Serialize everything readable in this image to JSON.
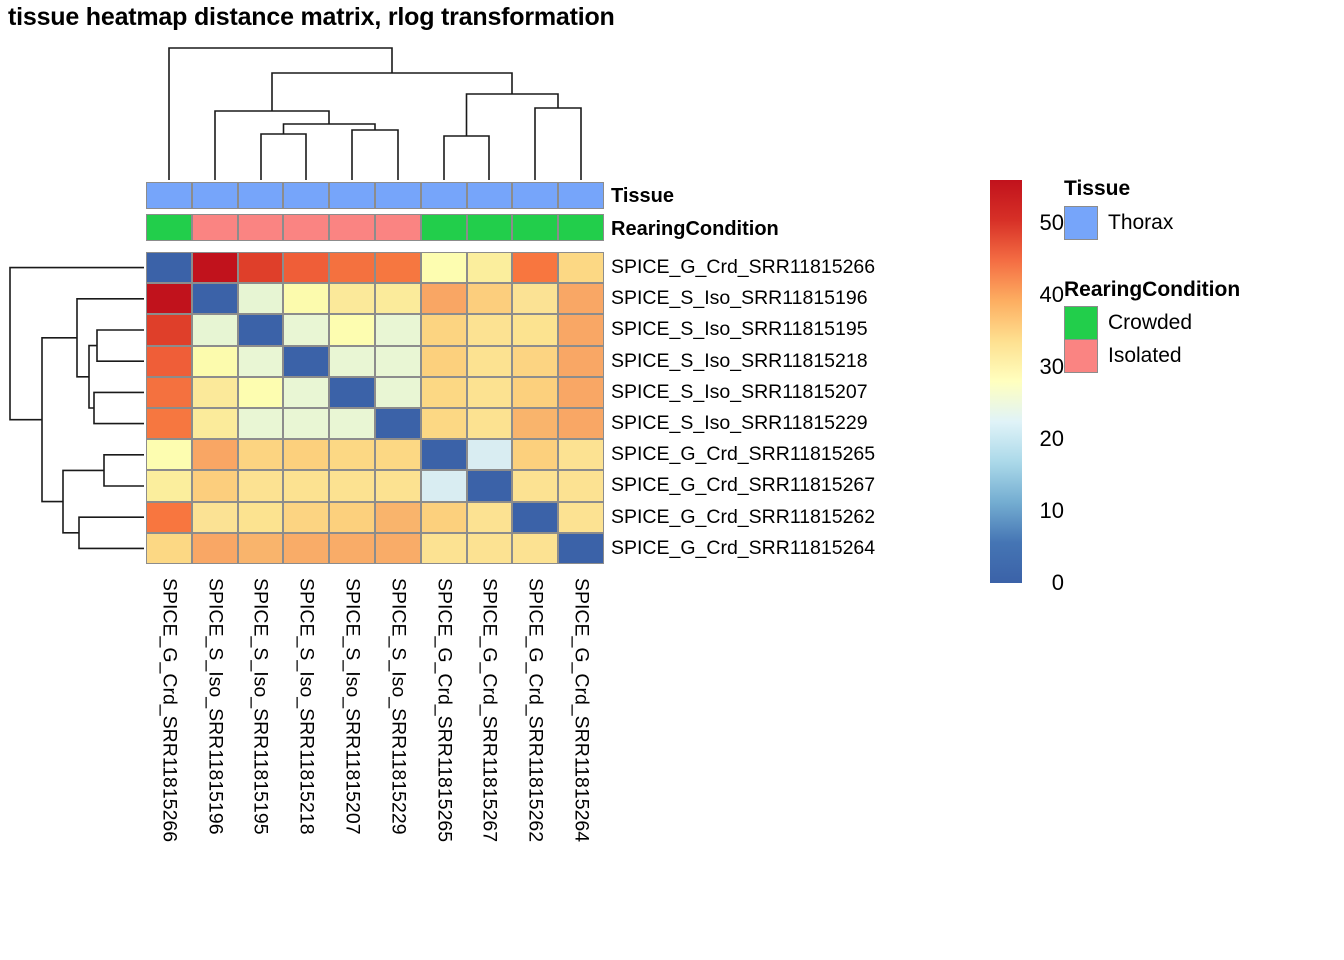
{
  "title": "tissue heatmap distance matrix, rlog transformation",
  "labels": [
    "SPICE_G_Crd_SRR11815266",
    "SPICE_S_Iso_SRR11815196",
    "SPICE_S_Iso_SRR11815195",
    "SPICE_S_Iso_SRR11815218",
    "SPICE_S_Iso_SRR11815207",
    "SPICE_S_Iso_SRR11815229",
    "SPICE_G_Crd_SRR11815265",
    "SPICE_G_Crd_SRR11815267",
    "SPICE_G_Crd_SRR11815262",
    "SPICE_G_Crd_SRR11815264"
  ],
  "annotations": {
    "tissue_title": "Tissue",
    "rearing_title": "RearingCondition",
    "tissue_values": [
      "Thorax",
      "Thorax",
      "Thorax",
      "Thorax",
      "Thorax",
      "Thorax",
      "Thorax",
      "Thorax",
      "Thorax",
      "Thorax"
    ],
    "rearing_values": [
      "Crowded",
      "Isolated",
      "Isolated",
      "Isolated",
      "Isolated",
      "Isolated",
      "Crowded",
      "Crowded",
      "Crowded",
      "Crowded"
    ]
  },
  "legends": {
    "tissue": {
      "title": "Tissue",
      "entries": [
        {
          "label": "Thorax",
          "color": "#76a5fa"
        }
      ]
    },
    "rearing": {
      "title": "RearingCondition",
      "entries": [
        {
          "label": "Crowded",
          "color": "#22ce4b"
        },
        {
          "label": "Isolated",
          "color": "#fa8482"
        }
      ]
    }
  },
  "colorbar": {
    "ticks": [
      0,
      10,
      20,
      30,
      40,
      50
    ],
    "min": 0,
    "max": 56,
    "palette": "RdYlBu-reversed",
    "stops": [
      "#3b62a8",
      "#4575b4",
      "#74add1",
      "#abd9e9",
      "#e0f3f8",
      "#ffffbf",
      "#fee090",
      "#fdae61",
      "#f46d43",
      "#d73027",
      "#c1121c"
    ]
  },
  "chart_data": {
    "type": "heatmap",
    "title": "tissue heatmap distance matrix, rlog transformation",
    "xlabel": "",
    "ylabel": "",
    "colorbar_label": "",
    "zlim": [
      0,
      56
    ],
    "grid": false,
    "legend_position": "right",
    "categories": [
      "SPICE_G_Crd_SRR11815266",
      "SPICE_S_Iso_SRR11815196",
      "SPICE_S_Iso_SRR11815195",
      "SPICE_S_Iso_SRR11815218",
      "SPICE_S_Iso_SRR11815207",
      "SPICE_S_Iso_SRR11815229",
      "SPICE_G_Crd_SRR11815265",
      "SPICE_G_Crd_SRR11815267",
      "SPICE_G_Crd_SRR11815262",
      "SPICE_G_Crd_SRR11815264"
    ],
    "x": [
      "SPICE_G_Crd_SRR11815266",
      "SPICE_S_Iso_SRR11815196",
      "SPICE_S_Iso_SRR11815195",
      "SPICE_S_Iso_SRR11815218",
      "SPICE_S_Iso_SRR11815207",
      "SPICE_S_Iso_SRR11815229",
      "SPICE_G_Crd_SRR11815265",
      "SPICE_G_Crd_SRR11815267",
      "SPICE_G_Crd_SRR11815262",
      "SPICE_G_Crd_SRR11815264"
    ],
    "values": [
      [
        0,
        55,
        50,
        47,
        45,
        45,
        30,
        31,
        46,
        37
      ],
      [
        55,
        0,
        22,
        29,
        33,
        32,
        41,
        38,
        34,
        41
      ],
      [
        50,
        22,
        0,
        23,
        28,
        24,
        37,
        35,
        35,
        41
      ],
      [
        47,
        29,
        23,
        0,
        24,
        24,
        38,
        35,
        37,
        41
      ],
      [
        45,
        33,
        28,
        24,
        0,
        24,
        36,
        35,
        38,
        41
      ],
      [
        45,
        32,
        24,
        24,
        24,
        0,
        37,
        35,
        40,
        41
      ],
      [
        30,
        41,
        37,
        38,
        36,
        37,
        0,
        17,
        38,
        33
      ],
      [
        31,
        38,
        35,
        35,
        35,
        35,
        17,
        0,
        34,
        33
      ],
      [
        46,
        34,
        35,
        37,
        38,
        40,
        38,
        34,
        0,
        33
      ],
      [
        37,
        41,
        41,
        41,
        41,
        41,
        33,
        33,
        33,
        0
      ]
    ],
    "cell_colors": [
      [
        "#3b62a8",
        "#c1121c",
        "#df3f2a",
        "#ef5e38",
        "#f4713f",
        "#f67740",
        "#fdfdb0",
        "#fbee9d",
        "#f8763f",
        "#fcd884"
      ],
      [
        "#c1121c",
        "#3b62a8",
        "#e7f5d3",
        "#fcfbad",
        "#fbe99a",
        "#fbeb9b",
        "#f9a664",
        "#fcce7d",
        "#fbe294",
        "#f9a765"
      ],
      [
        "#df3f2a",
        "#e7f5d3",
        "#3b62a8",
        "#e9f6d4",
        "#fdfdb0",
        "#e9f6d4",
        "#fcd481",
        "#fce292",
        "#fce390",
        "#f9a765"
      ],
      [
        "#ef5e38",
        "#fcfbad",
        "#e9f6d4",
        "#3b62a8",
        "#e9f6d4",
        "#e9f6d4",
        "#fcd07d",
        "#fce291",
        "#fcd482",
        "#f9a765"
      ],
      [
        "#f4713f",
        "#fbe99a",
        "#fdfdb0",
        "#e9f6d4",
        "#3b62a8",
        "#e9f6d4",
        "#fcd884",
        "#fce291",
        "#fcd07d",
        "#f9a765"
      ],
      [
        "#f67740",
        "#fbeb9b",
        "#e9f6d4",
        "#e9f6d4",
        "#e9f6d4",
        "#3b62a8",
        "#fcd884",
        "#fce291",
        "#f9b46c",
        "#f9a765"
      ],
      [
        "#fdfdb0",
        "#f9a664",
        "#fcd481",
        "#fcd07d",
        "#fcd884",
        "#fcd884",
        "#3b62a8",
        "#d9edf2",
        "#fcd07d",
        "#fce292"
      ],
      [
        "#fbee9d",
        "#fcce7d",
        "#fce292",
        "#fce291",
        "#fce291",
        "#fce291",
        "#d9edf2",
        "#3b62a8",
        "#fce292",
        "#fce292"
      ],
      [
        "#f8763f",
        "#fbe294",
        "#fce390",
        "#fcd482",
        "#fcd07d",
        "#f9b46c",
        "#fcd07d",
        "#fce292",
        "#3b62a8",
        "#fce292"
      ],
      [
        "#fcd884",
        "#f9a765",
        "#f9b46c",
        "#f9ac68",
        "#f9ac68",
        "#f9ac68",
        "#fce292",
        "#fce292",
        "#fce292",
        "#3b62a8"
      ]
    ]
  },
  "dendrogram": {
    "column": "10 leaves, ladder topology",
    "row": "10 leaves, mirrored ladder topology"
  }
}
